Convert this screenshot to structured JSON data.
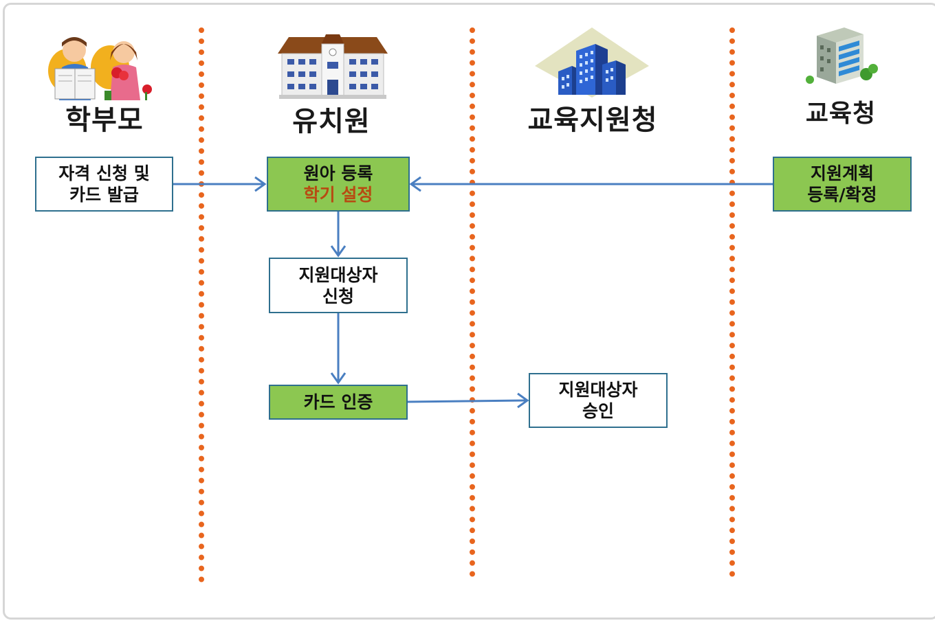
{
  "lanes": [
    {
      "title": "학부모",
      "icon": "parents-icon"
    },
    {
      "title": "유치원",
      "icon": "kindergarten-building-icon"
    },
    {
      "title": "교육지원청",
      "icon": "education-support-office-icon"
    },
    {
      "title": "교육청",
      "icon": "education-office-icon"
    }
  ],
  "boxes": {
    "apply_card": {
      "line1": "자격 신청 및",
      "line2": "카드 발급"
    },
    "register": {
      "line1": "원아 등록",
      "line2": "학기 설정"
    },
    "plan": {
      "line1": "지원계획",
      "line2": "등록/확정"
    },
    "target_apply": {
      "line1": "지원대상자",
      "line2": "신청"
    },
    "card_auth": {
      "line1": "카드 인증"
    },
    "target_approve": {
      "line1": "지원대상자",
      "line2": "승인"
    }
  },
  "colors": {
    "divider": "#e8651e",
    "arrow": "#4a7fc1",
    "box_border": "#2e6f8e",
    "green_fill": "#8cc751",
    "highlight_text": "#b84a12"
  }
}
